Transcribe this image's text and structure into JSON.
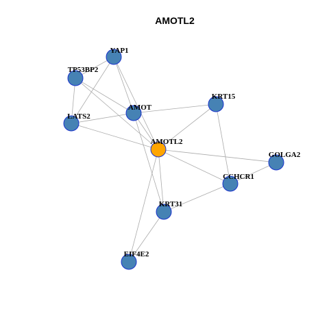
{
  "title": "AMOTL2",
  "colors": {
    "node_default": "#4682b4",
    "node_focus": "#ffa500",
    "node_border": "#1a33cc",
    "edge": "#aaaaaa"
  },
  "nodes": [
    {
      "id": "YAP1",
      "label": "YAP1",
      "focus": false
    },
    {
      "id": "TP53BP2",
      "label": "TP53BP2",
      "focus": false
    },
    {
      "id": "AMOT",
      "label": "AMOT",
      "focus": false
    },
    {
      "id": "KRT15",
      "label": "KRT15",
      "focus": false
    },
    {
      "id": "LATS2",
      "label": "LATS2",
      "focus": false
    },
    {
      "id": "AMOTL2",
      "label": "AMOTL2",
      "focus": true
    },
    {
      "id": "GOLGA2",
      "label": "GOLGA2",
      "focus": false
    },
    {
      "id": "CCHCR1",
      "label": "CCHCR1",
      "focus": false
    },
    {
      "id": "KRT31",
      "label": "KRT31",
      "focus": false
    },
    {
      "id": "EIF4E2",
      "label": "EIF4E2",
      "focus": false
    }
  ],
  "edges": [
    [
      "YAP1",
      "TP53BP2"
    ],
    [
      "YAP1",
      "LATS2"
    ],
    [
      "YAP1",
      "AMOT"
    ],
    [
      "YAP1",
      "AMOTL2"
    ],
    [
      "TP53BP2",
      "LATS2"
    ],
    [
      "TP53BP2",
      "AMOT"
    ],
    [
      "TP53BP2",
      "AMOTL2"
    ],
    [
      "AMOT",
      "LATS2"
    ],
    [
      "AMOT",
      "KRT15"
    ],
    [
      "AMOT",
      "AMOTL2"
    ],
    [
      "AMOT",
      "KRT31"
    ],
    [
      "LATS2",
      "AMOTL2"
    ],
    [
      "KRT15",
      "AMOTL2"
    ],
    [
      "KRT15",
      "CCHCR1"
    ],
    [
      "AMOTL2",
      "GOLGA2"
    ],
    [
      "AMOTL2",
      "CCHCR1"
    ],
    [
      "AMOTL2",
      "KRT31"
    ],
    [
      "AMOTL2",
      "EIF4E2"
    ],
    [
      "GOLGA2",
      "CCHCR1"
    ],
    [
      "CCHCR1",
      "KRT31"
    ],
    [
      "KRT31",
      "EIF4E2"
    ]
  ]
}
